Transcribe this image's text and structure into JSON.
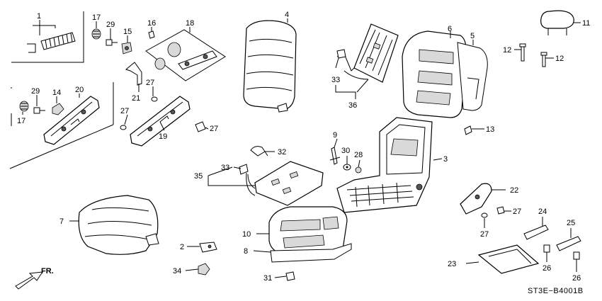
{
  "diagram_code": "ST3E−B4001B",
  "direction_label": "FR.",
  "callouts": {
    "c1": "1",
    "c2": "2",
    "c3": "3",
    "c4": "4",
    "c5": "5",
    "c6": "6",
    "c7": "7",
    "c8": "8",
    "c9": "9",
    "c10": "10",
    "c11": "11",
    "c12a": "12",
    "c12b": "12",
    "c13": "13",
    "c14": "14",
    "c15": "15",
    "c16": "16",
    "c17a": "17",
    "c17b": "17",
    "c18": "18",
    "c19": "19",
    "c20": "20",
    "c21": "21",
    "c22": "22",
    "c23": "23",
    "c24": "24",
    "c25": "25",
    "c26a": "26",
    "c26b": "26",
    "c27a": "27",
    "c27b": "27",
    "c27c": "27",
    "c27d": "27",
    "c27e": "27",
    "c28": "28",
    "c29a": "29",
    "c29b": "29",
    "c30": "30",
    "c31": "31",
    "c32": "32",
    "c33a": "33",
    "c33b": "33",
    "c34": "34",
    "c35": "35",
    "c36": "36"
  }
}
